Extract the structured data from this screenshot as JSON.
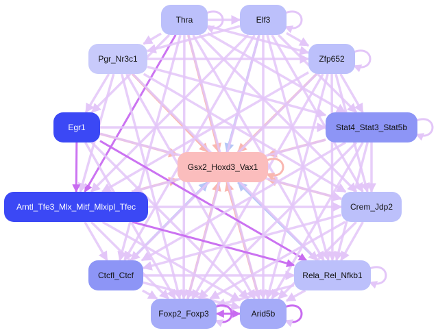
{
  "nodes": [
    {
      "id": "thra",
      "label": "Thra",
      "color": "#bcc0fb"
    },
    {
      "id": "elf3",
      "label": "Elf3",
      "color": "#bcc0fb"
    },
    {
      "id": "pgr",
      "label": "Pgr_Nr3c1",
      "color": "#c8cafb"
    },
    {
      "id": "zfp",
      "label": "Zfp652",
      "color": "#bcc0fb"
    },
    {
      "id": "egr1",
      "label": "Egr1",
      "color": "#3b48f5"
    },
    {
      "id": "stat",
      "label": "Stat4_Stat3_Stat5b",
      "color": "#8d95f6"
    },
    {
      "id": "gsx2",
      "label": "Gsx2_Hoxd3_Vax1",
      "color": "#fbbdbd"
    },
    {
      "id": "arntl",
      "label": "Arntl_Tfe3_Mlx_Mitf_Mlxipl_Tfec",
      "color": "#3b48f5"
    },
    {
      "id": "crem",
      "label": "Crem_Jdp2",
      "color": "#bcc0fb"
    },
    {
      "id": "ctcfl",
      "label": "Ctcfl_Ctcf",
      "color": "#8d95f6"
    },
    {
      "id": "rela",
      "label": "Rela_Rel_Nfkb1",
      "color": "#bcc0fb"
    },
    {
      "id": "foxp2",
      "label": "Foxp2_Foxp3",
      "color": "#a5abf8"
    },
    {
      "id": "arid",
      "label": "Arid5b",
      "color": "#a5abf8"
    }
  ],
  "edge_colors": {
    "lilac": "#e3c6f8",
    "purple": "#c86cf0",
    "salmon": "#f9b7b0",
    "blue": "#b5c6f6"
  },
  "edges": [
    [
      "thra",
      "gsx2",
      "salmon"
    ],
    [
      "elf3",
      "gsx2",
      "blue"
    ],
    [
      "pgr",
      "gsx2",
      "salmon"
    ],
    [
      "zfp",
      "gsx2",
      "salmon"
    ],
    [
      "egr1",
      "gsx2",
      "salmon"
    ],
    [
      "stat",
      "gsx2",
      "salmon"
    ],
    [
      "arntl",
      "gsx2",
      "salmon"
    ],
    [
      "crem",
      "gsx2",
      "salmon"
    ],
    [
      "ctcfl",
      "gsx2",
      "blue"
    ],
    [
      "rela",
      "gsx2",
      "blue"
    ],
    [
      "foxp2",
      "gsx2",
      "salmon"
    ],
    [
      "arid",
      "gsx2",
      "salmon"
    ],
    [
      "thra",
      "elf3",
      "lilac"
    ],
    [
      "thra",
      "pgr",
      "lilac"
    ],
    [
      "thra",
      "zfp",
      "lilac"
    ],
    [
      "thra",
      "stat",
      "lilac"
    ],
    [
      "thra",
      "crem",
      "lilac"
    ],
    [
      "thra",
      "rela",
      "lilac"
    ],
    [
      "thra",
      "foxp2",
      "lilac"
    ],
    [
      "thra",
      "arid",
      "lilac"
    ],
    [
      "thra",
      "arntl",
      "purple"
    ],
    [
      "thra",
      "ctcfl",
      "lilac"
    ],
    [
      "thra",
      "egr1",
      "lilac"
    ],
    [
      "elf3",
      "zfp",
      "lilac"
    ],
    [
      "elf3",
      "stat",
      "lilac"
    ],
    [
      "elf3",
      "crem",
      "lilac"
    ],
    [
      "elf3",
      "rela",
      "lilac"
    ],
    [
      "elf3",
      "foxp2",
      "lilac"
    ],
    [
      "elf3",
      "arid",
      "lilac"
    ],
    [
      "elf3",
      "pgr",
      "lilac"
    ],
    [
      "elf3",
      "arntl",
      "lilac"
    ],
    [
      "elf3",
      "ctcfl",
      "lilac"
    ],
    [
      "pgr",
      "zfp",
      "lilac"
    ],
    [
      "pgr",
      "stat",
      "lilac"
    ],
    [
      "pgr",
      "crem",
      "lilac"
    ],
    [
      "pgr",
      "rela",
      "lilac"
    ],
    [
      "pgr",
      "foxp2",
      "lilac"
    ],
    [
      "pgr",
      "arid",
      "lilac"
    ],
    [
      "pgr",
      "arntl",
      "lilac"
    ],
    [
      "pgr",
      "egr1",
      "lilac"
    ],
    [
      "zfp",
      "stat",
      "lilac"
    ],
    [
      "zfp",
      "crem",
      "lilac"
    ],
    [
      "zfp",
      "rela",
      "lilac"
    ],
    [
      "zfp",
      "foxp2",
      "lilac"
    ],
    [
      "zfp",
      "arid",
      "lilac"
    ],
    [
      "zfp",
      "arntl",
      "lilac"
    ],
    [
      "zfp",
      "ctcfl",
      "lilac"
    ],
    [
      "egr1",
      "arntl",
      "purple"
    ],
    [
      "egr1",
      "rela",
      "purple"
    ],
    [
      "egr1",
      "crem",
      "lilac"
    ],
    [
      "egr1",
      "stat",
      "lilac"
    ],
    [
      "egr1",
      "foxp2",
      "lilac"
    ],
    [
      "egr1",
      "arid",
      "lilac"
    ],
    [
      "stat",
      "crem",
      "lilac"
    ],
    [
      "stat",
      "rela",
      "lilac"
    ],
    [
      "stat",
      "foxp2",
      "lilac"
    ],
    [
      "stat",
      "arid",
      "lilac"
    ],
    [
      "stat",
      "arntl",
      "lilac"
    ],
    [
      "stat",
      "ctcfl",
      "lilac"
    ],
    [
      "arntl",
      "crem",
      "lilac"
    ],
    [
      "arntl",
      "rela",
      "purple"
    ],
    [
      "arntl",
      "foxp2",
      "lilac"
    ],
    [
      "arntl",
      "arid",
      "lilac"
    ],
    [
      "arntl",
      "ctcfl",
      "lilac"
    ],
    [
      "crem",
      "rela",
      "lilac"
    ],
    [
      "crem",
      "foxp2",
      "lilac"
    ],
    [
      "crem",
      "arid",
      "lilac"
    ],
    [
      "crem",
      "ctcfl",
      "lilac"
    ],
    [
      "ctcfl",
      "foxp2",
      "lilac"
    ],
    [
      "ctcfl",
      "arid",
      "lilac"
    ],
    [
      "ctcfl",
      "rela",
      "lilac"
    ],
    [
      "rela",
      "foxp2",
      "lilac"
    ],
    [
      "rela",
      "arid",
      "lilac"
    ],
    [
      "foxp2",
      "arid",
      "purple"
    ],
    [
      "arid",
      "foxp2",
      "purple"
    ]
  ],
  "self_loops": [
    "thra",
    "elf3",
    "zfp",
    "stat",
    "gsx2",
    "rela",
    "foxp2",
    "arid"
  ]
}
